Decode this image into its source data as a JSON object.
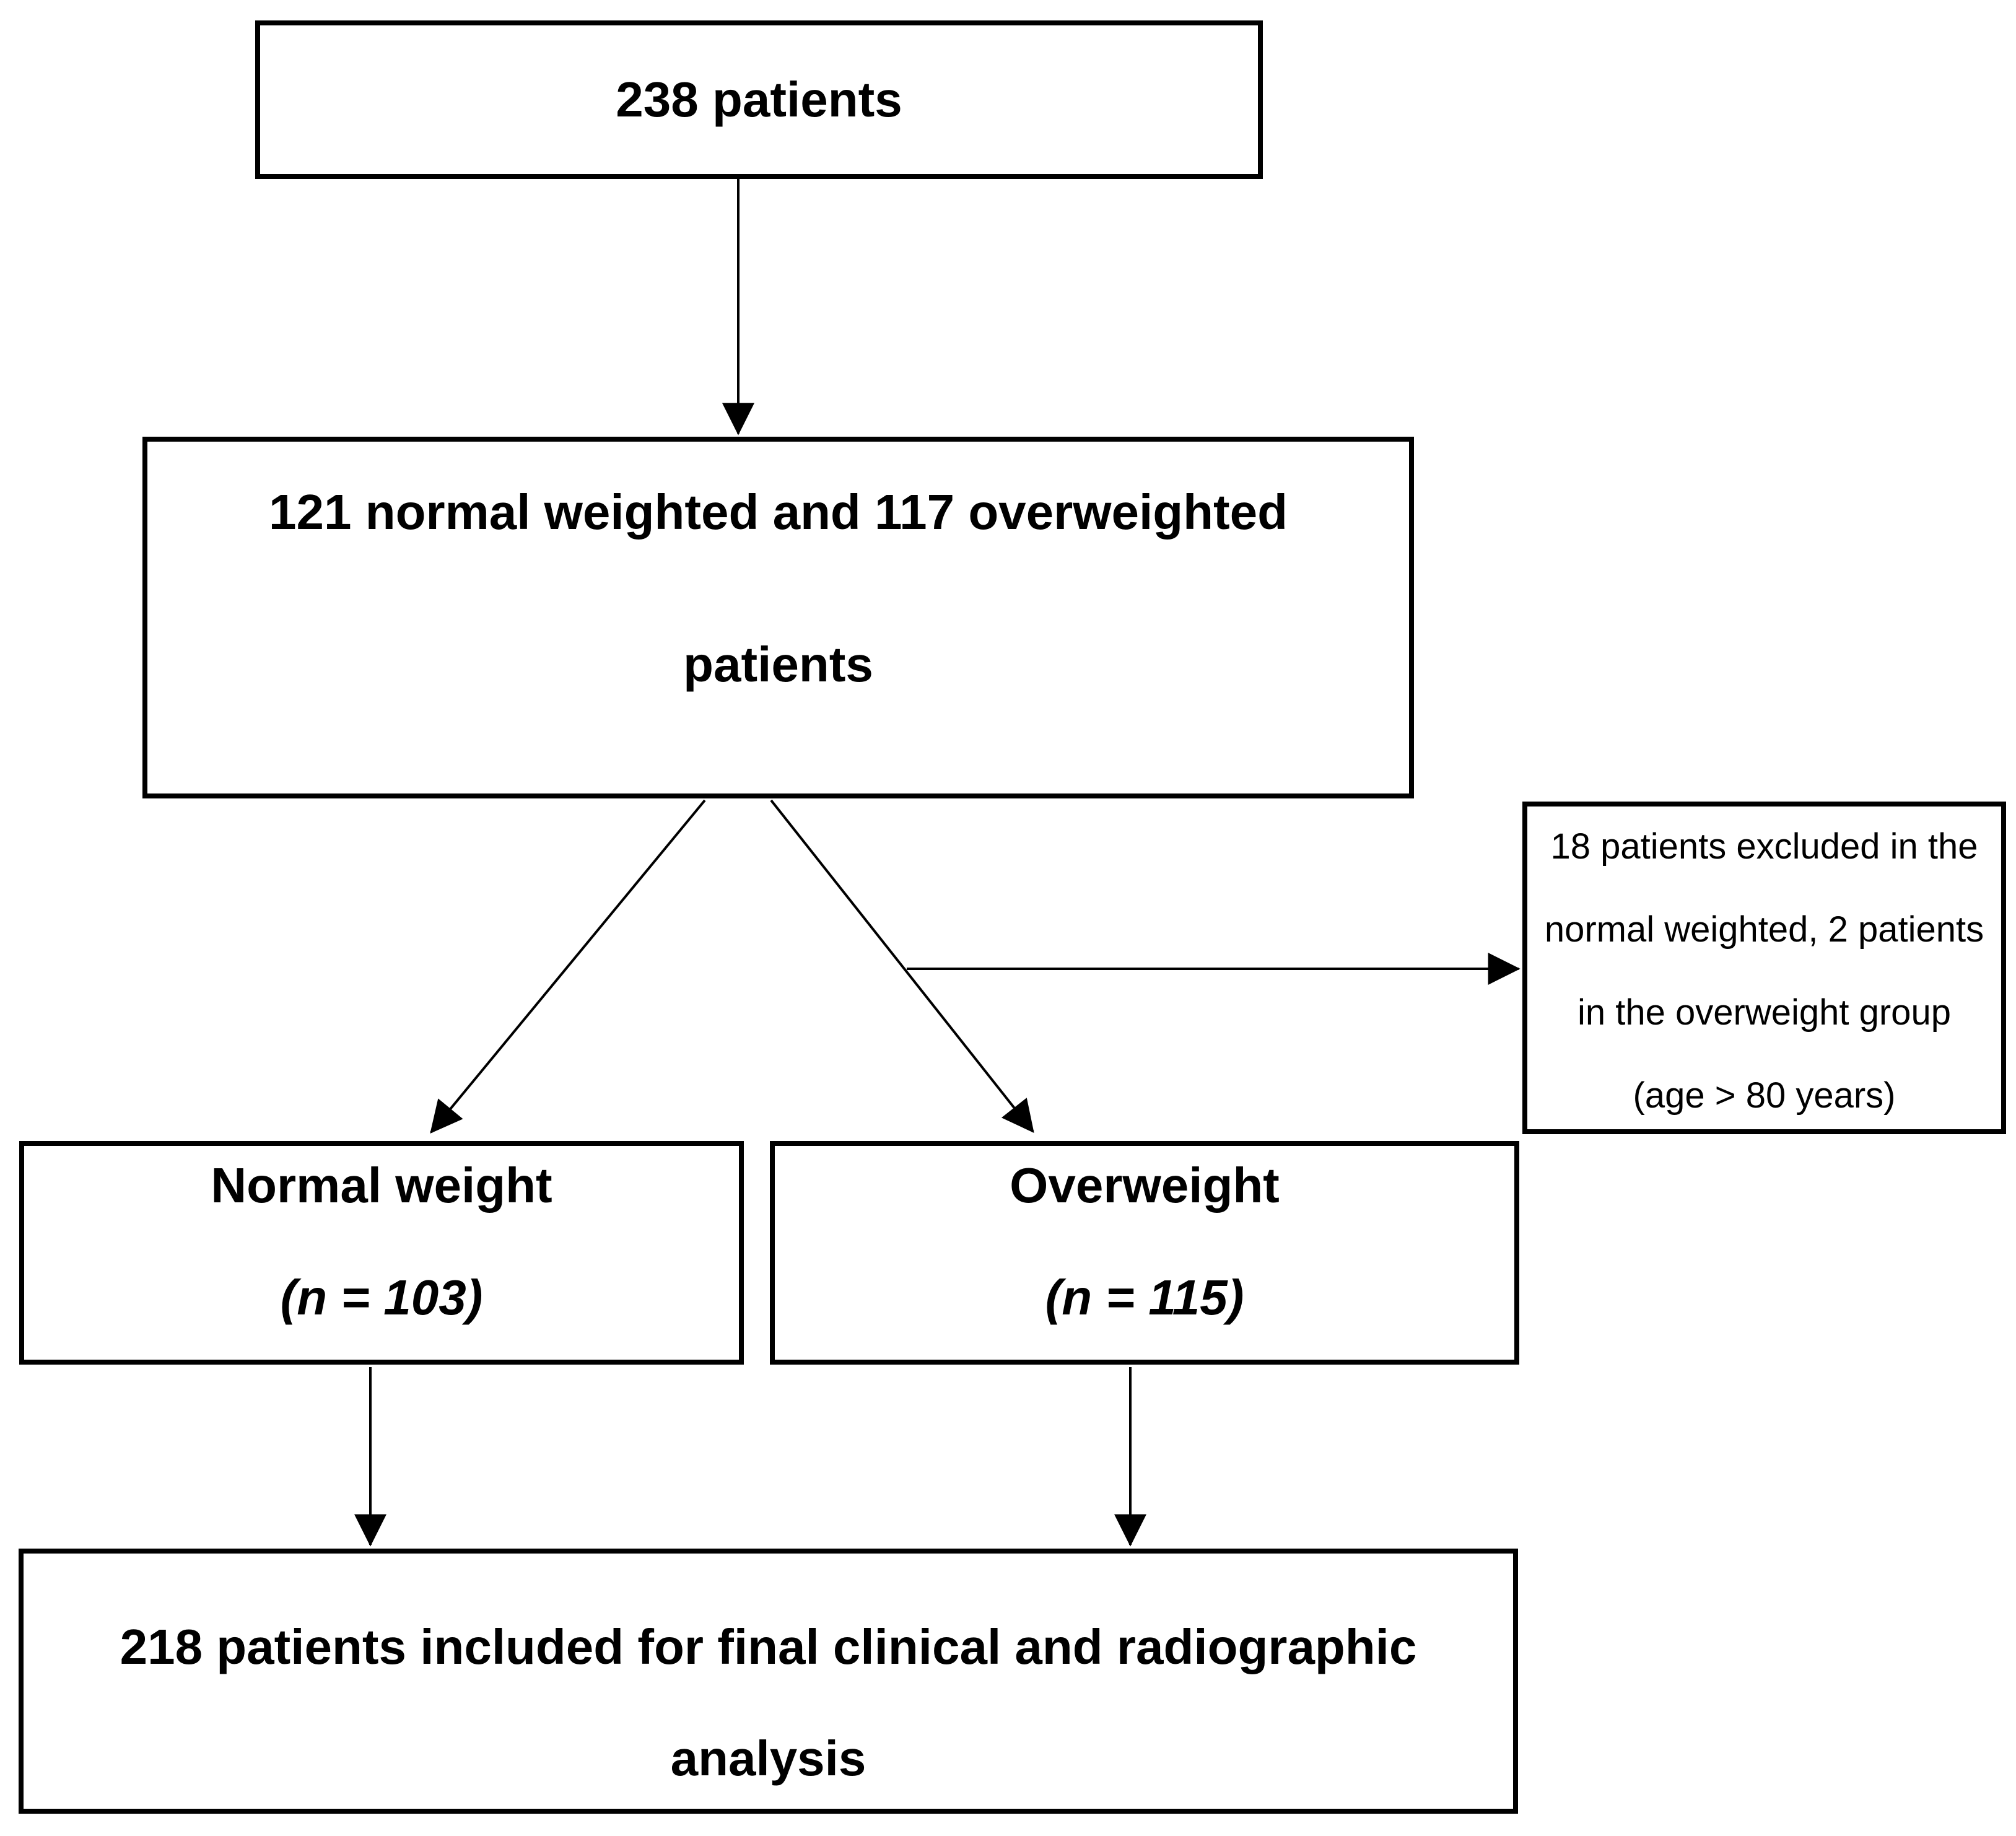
{
  "flowchart": {
    "total_box": {
      "label": "238 patients"
    },
    "cohort_box": {
      "lines": [
        "121 normal weighted and 117 overweighted",
        "patients"
      ]
    },
    "excluded_box": {
      "lines": [
        "18 patients excluded in the",
        "normal weighted, 2 patients",
        "in the overweight group",
        "(age > 80 years)"
      ]
    },
    "normal_weight_box": {
      "title": "Normal weight",
      "count": "(n = 103)"
    },
    "overweight_box": {
      "title": "Overweight",
      "count": "(n = 115)"
    },
    "final_box": {
      "lines": [
        "218 patients included for final clinical and radiographic",
        "analysis"
      ]
    },
    "colors": {
      "box_border": "#000000",
      "box_background": "#ffffff",
      "arrow": "#000000",
      "text": "#000000",
      "page_background": "#ffffff"
    }
  }
}
